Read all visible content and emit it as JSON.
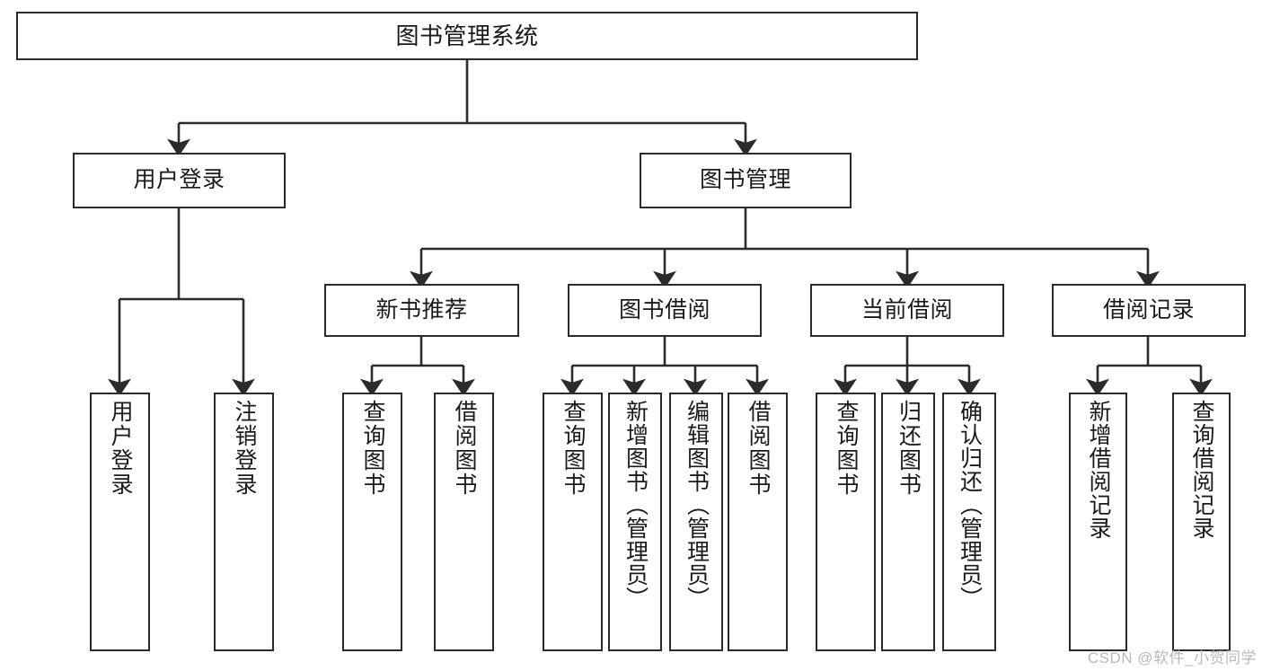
{
  "diagram": {
    "title": "图书管理系统",
    "watermark": "CSDN @软件_小贺同学",
    "style": {
      "border_color": "#2b2b2b",
      "background": "#ffffff",
      "text_color": "#1a1a1a",
      "watermark_color": "#b9b9b9"
    },
    "nodes": {
      "root": {
        "label": "图书管理系统"
      },
      "level2": [
        {
          "id": "user-login",
          "label": "用户登录"
        },
        {
          "id": "book-manage",
          "label": "图书管理"
        }
      ],
      "level3": [
        {
          "id": "new-book-recommend",
          "label": "新书推荐"
        },
        {
          "id": "book-borrow",
          "label": "图书借阅"
        },
        {
          "id": "current-borrow",
          "label": "当前借阅"
        },
        {
          "id": "borrow-record",
          "label": "借阅记录"
        }
      ],
      "leaves": {
        "user_login": [
          {
            "id": "leaf-user-login",
            "label": "用户登录"
          },
          {
            "id": "leaf-logout-login",
            "label": "注销登录"
          }
        ],
        "new_book_recommend": [
          {
            "id": "leaf-query-book-1",
            "label": "查询图书"
          },
          {
            "id": "leaf-borrow-book-1",
            "label": "借阅图书"
          }
        ],
        "book_borrow": [
          {
            "id": "leaf-query-book-2",
            "label": "查询图书"
          },
          {
            "id": "leaf-add-book",
            "label": "新增图书（管理员）"
          },
          {
            "id": "leaf-edit-book",
            "label": "编辑图书（管理员）"
          },
          {
            "id": "leaf-borrow-book-2",
            "label": "借阅图书"
          }
        ],
        "current_borrow": [
          {
            "id": "leaf-query-book-3",
            "label": "查询图书"
          },
          {
            "id": "leaf-return-book",
            "label": "归还图书"
          },
          {
            "id": "leaf-confirm-return",
            "label": "确认归还（管理员）"
          }
        ],
        "borrow_record": [
          {
            "id": "leaf-add-record",
            "label": "新增借阅记录"
          },
          {
            "id": "leaf-query-record",
            "label": "查询借阅记录"
          }
        ]
      }
    }
  }
}
